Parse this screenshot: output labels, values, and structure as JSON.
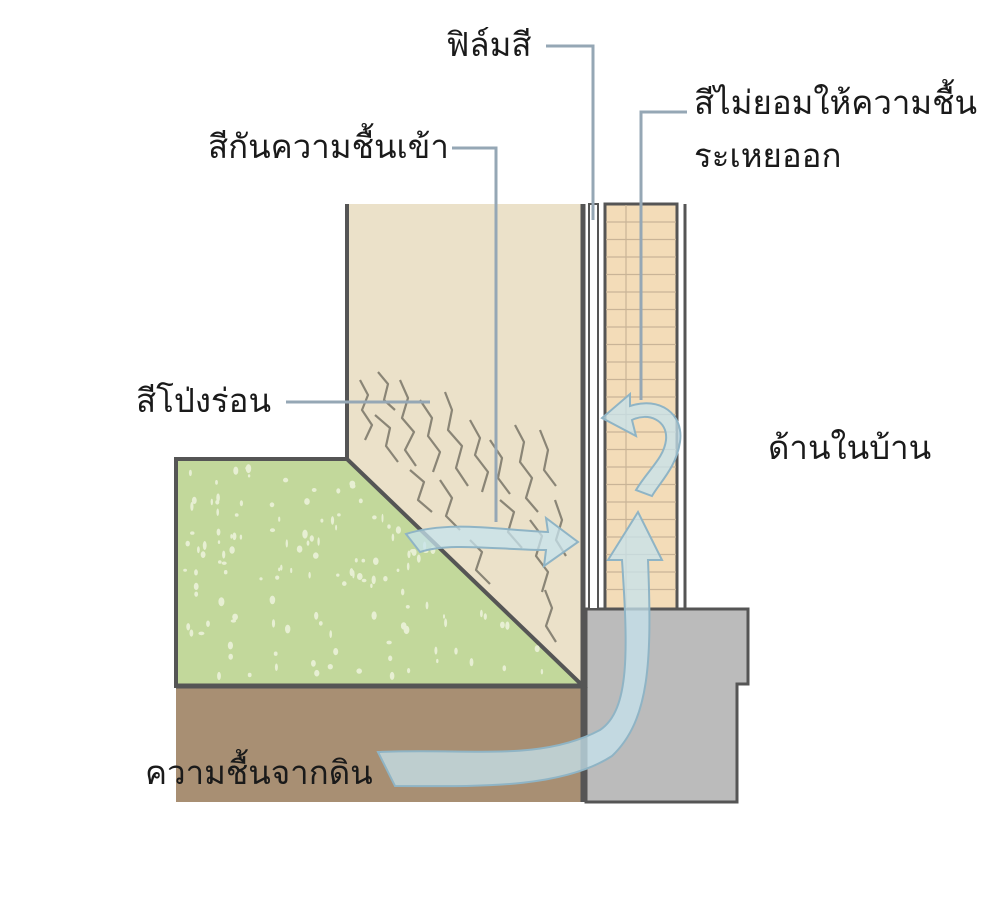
{
  "labels": {
    "paint_film": "ฟิล์มสี",
    "moisture_proof_paint": "สีกันความชื้นเข้า",
    "paint_no_evaporation_line1": "สีไม่ยอมให้ความชื้น",
    "paint_no_evaporation_line2": "ระเหยออก",
    "blistered_paint": "สีโป่งร่อน",
    "inside_house": "ด้านในบ้าน",
    "moisture_from_soil": "ความชื้นจากดิน"
  },
  "colors": {
    "wall": "#ebe1c9",
    "wall_border": "#555555",
    "grass": "#c2d89b",
    "grass_speckle": "#eef4dd",
    "soil": "#a88f73",
    "concrete": "#bbbbbb",
    "brick": "#f3dcb8",
    "brick_line": "#c9b497",
    "leader_line": "#95a7b5",
    "moisture_arrow": "#c6e3ee",
    "moisture_arrow_stroke": "#8fb4c5",
    "crack": "#8a8576"
  }
}
